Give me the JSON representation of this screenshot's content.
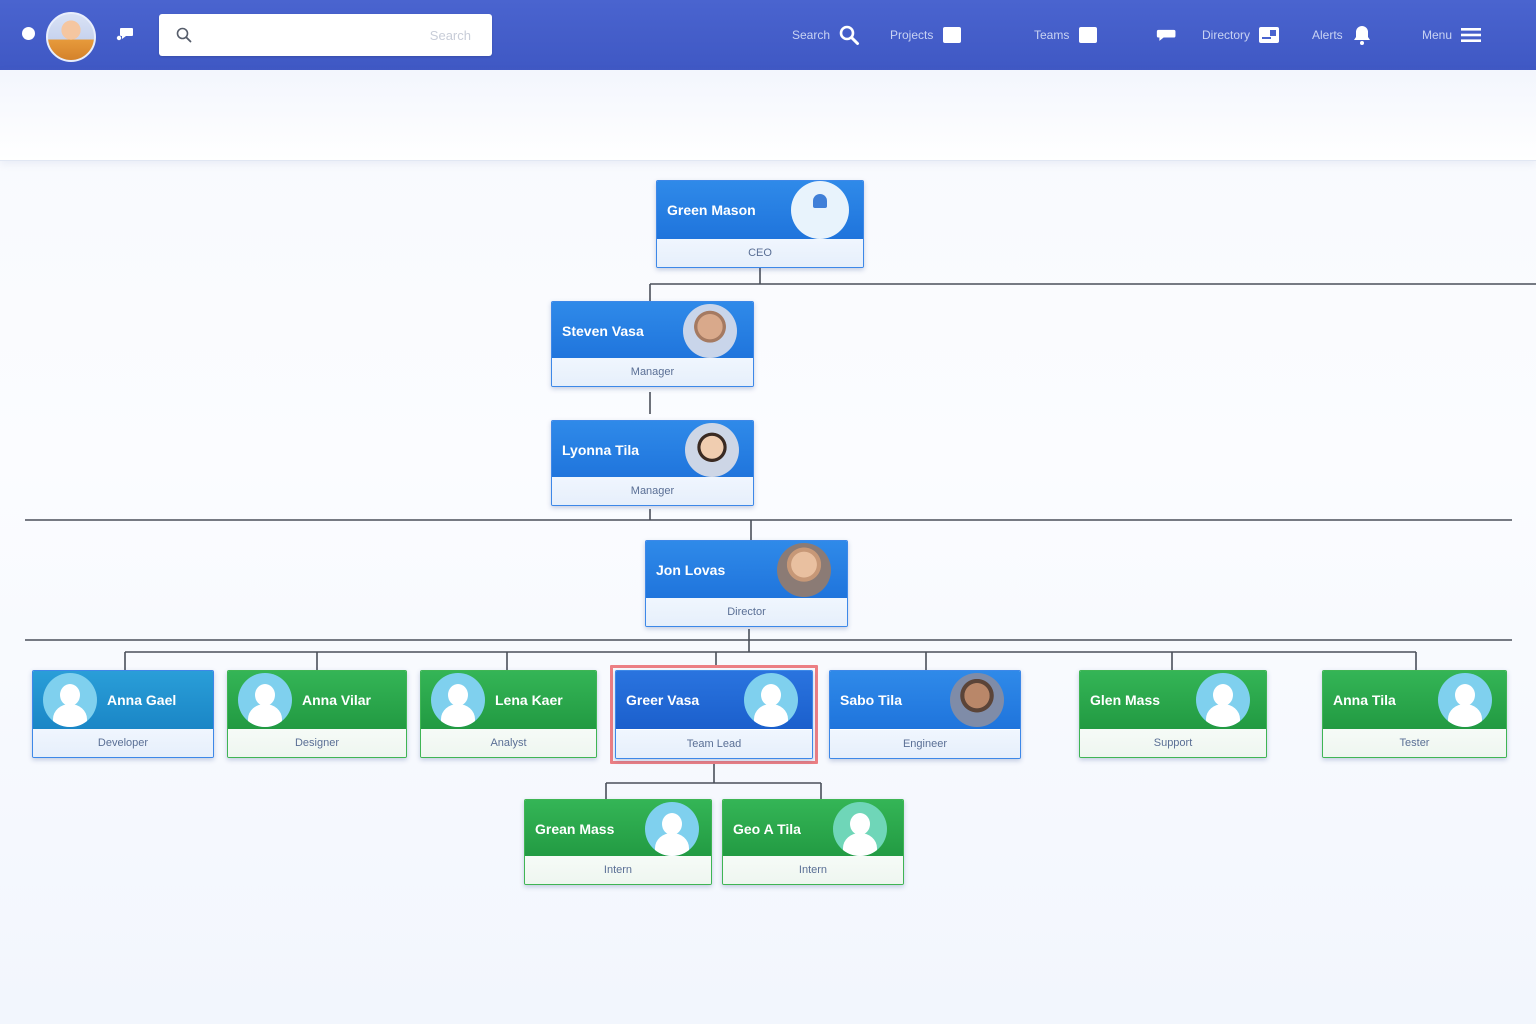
{
  "topbar": {
    "search": {
      "placeholder": "Search",
      "value": ""
    },
    "nav": [
      {
        "label": "Search",
        "icon": "search-icon"
      },
      {
        "label": "Projects",
        "icon": "square-icon"
      },
      {
        "label": "Teams",
        "icon": "square-icon"
      },
      {
        "label": "",
        "icon": "chat-icon"
      },
      {
        "label": "Directory",
        "icon": "id-card-icon"
      },
      {
        "label": "Alerts",
        "icon": "bell-icon"
      },
      {
        "label": "Menu",
        "icon": "hamburger-icon"
      }
    ]
  },
  "org": {
    "root": {
      "name": "Green Mason",
      "title": "CEO"
    },
    "level2": {
      "name": "Steven Vasa",
      "title": "Manager"
    },
    "level3": {
      "name": "Lyonna Tila",
      "title": "Manager"
    },
    "level4": {
      "name": "Jon Lovas",
      "title": "Director"
    },
    "row": [
      {
        "name": "Anna Gael",
        "title": "Developer",
        "style": "teal"
      },
      {
        "name": "Anna Vilar",
        "title": "Designer",
        "style": "green"
      },
      {
        "name": "Lena Kaer",
        "title": "Analyst",
        "style": "green"
      },
      {
        "name": "Greer Vasa",
        "title": "Team Lead",
        "style": "darkblue"
      },
      {
        "name": "Sabo Tila",
        "title": "Engineer",
        "style": "blue"
      },
      {
        "name": "Glen Mass",
        "title": "Support",
        "style": "green"
      },
      {
        "name": "Anna Tila",
        "title": "Tester",
        "style": "green"
      }
    ],
    "children": [
      {
        "name": "Grean Mass",
        "title": "Intern"
      },
      {
        "name": "Geo A Tila",
        "title": "Intern"
      }
    ]
  },
  "colors": {
    "topbar": "#4259c8",
    "card_blue": "#2a80e4",
    "card_green": "#2caa4c",
    "selection": "#ec7f84",
    "connector": "#4a4f5a"
  }
}
